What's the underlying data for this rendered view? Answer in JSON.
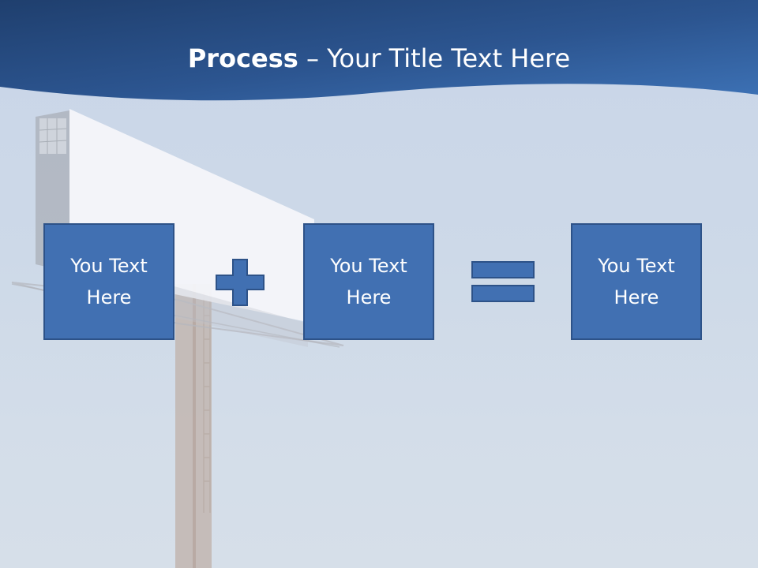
{
  "slide": {
    "title_bold": "Process",
    "title_rest": " – Your Title Text Here"
  },
  "process": {
    "boxes": [
      {
        "text": "You Text Here"
      },
      {
        "text": "You Text Here"
      },
      {
        "text": "You Text Here"
      }
    ],
    "operators": [
      "plus",
      "equals"
    ]
  },
  "colors": {
    "header_dark": "#1f3f6e",
    "header_light": "#3d72b6",
    "box_fill": "#4170b2",
    "box_border": "#2d5288",
    "background": "#cdd9e8"
  }
}
